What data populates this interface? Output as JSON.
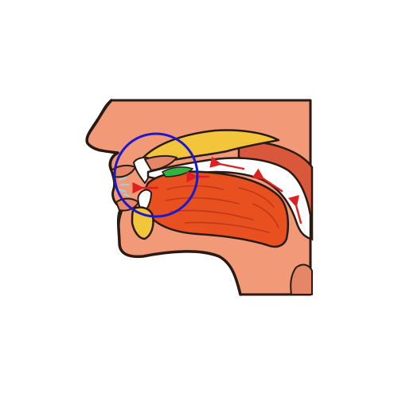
{
  "diagram": {
    "subject": "sagittal-mouth-cross-section",
    "colors": {
      "skin": "#F29A78",
      "skin_shadow": "#E58766",
      "outline": "#2A1A14",
      "palate_yellow": "#F2C53A",
      "tongue_red": "#E8501F",
      "tongue_dark": "#B8341A",
      "throat_wall": "#D9573A",
      "airflow_arrow": "#E02020",
      "contact_green": "#2EB43F",
      "highlight_circle": "#1A1ACC",
      "teeth": "#FFFFFF",
      "turbulence_blue": "#8FD7F2"
    },
    "markers": {
      "airflow_arrow_count": 5,
      "highlight": "alveolar-ridge-contact"
    }
  }
}
